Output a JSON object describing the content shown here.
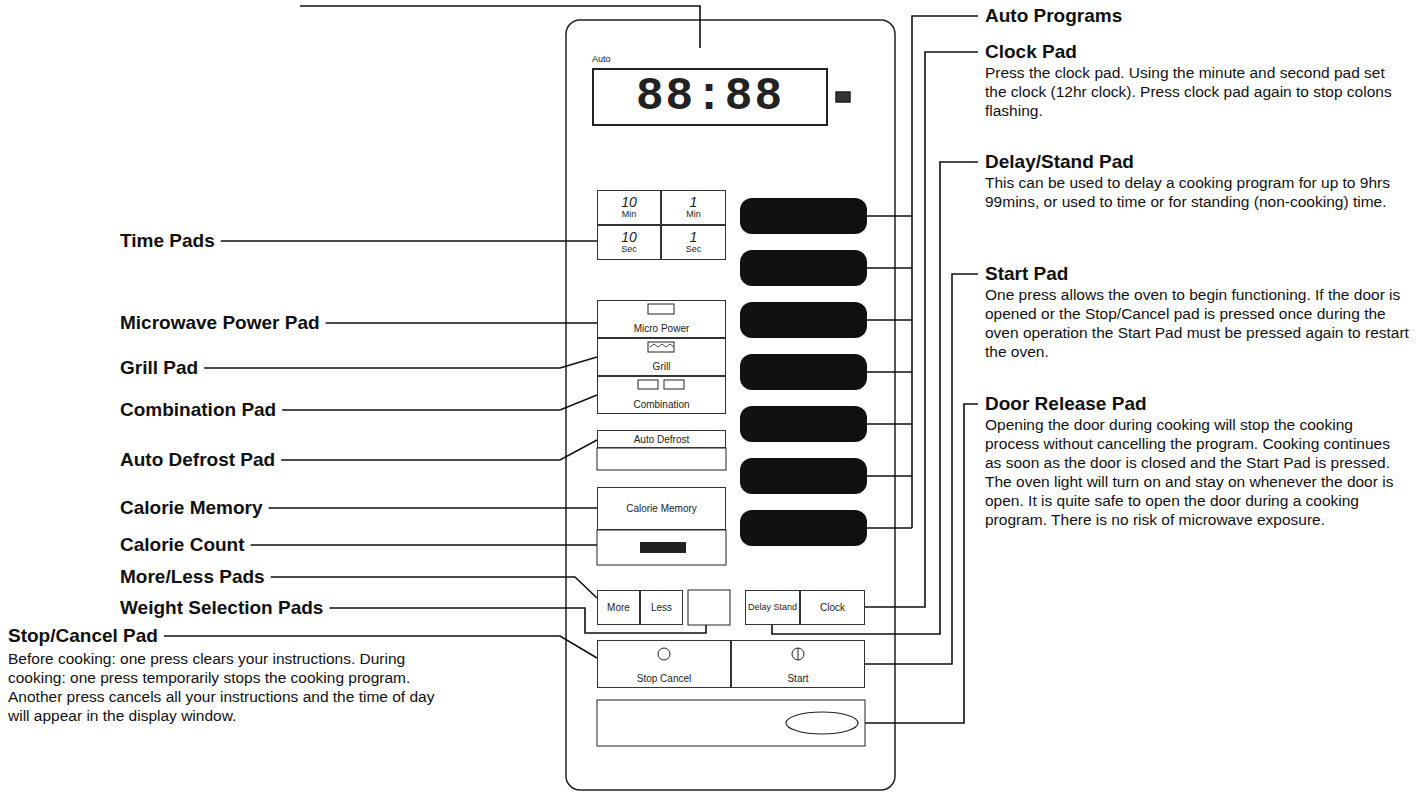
{
  "diagram": {
    "nodes": [
      {
        "text": [
          "88:88"
        ]
      },
      {
        "text": [
          "10",
          "Min"
        ]
      },
      {
        "text": [
          "1",
          "Min"
        ]
      },
      {
        "text": [
          "10",
          "Sec"
        ]
      },
      {
        "text": [
          "1",
          "Sec"
        ]
      },
      {
        "text": [
          "Micro Power"
        ]
      },
      {
        "text": [
          "Grill"
        ]
      },
      {
        "text": [
          "Combination"
        ]
      },
      {
        "text": [
          "Auto Defrost"
        ]
      },
      {
        "text": [
          "Calorie Memory"
        ]
      },
      {
        "text": [
          "More"
        ]
      },
      {
        "text": [
          "Less"
        ]
      },
      {
        "text": [
          "Delay Stand"
        ]
      },
      {
        "text": [
          "Clock"
        ]
      },
      {
        "text": [
          "Stop Cancel"
        ]
      },
      {
        "text": [
          "Start"
        ]
      }
    ],
    "labels": [
      "Auto",
      "Time Pads",
      "Microwave Power Pad",
      "Grill Pad",
      "Combination Pad",
      "Auto Defrost Pad",
      "Calorie Memory",
      "Calorie Count",
      "More/Less Pads",
      "Weight Selection Pads",
      "Stop/Cancel Pad",
      "Before cooking: one press clears your instructions. During cooking: one press temporarily stops the cooking program. Another press cancels all your instructions and the time of day will appear in the display window.",
      "Auto Programs",
      "Clock Pad",
      "Press the clock pad. Using the minute and second pad set the clock (12hr clock). Press clock pad again to stop colons flashing.",
      "Delay/Stand Pad",
      "This can be used to delay a cooking program for up to 9hrs 99mins, or used to time or for standing (non-cooking) time.",
      "Start Pad",
      "One press allows the oven to begin functioning. If the door is opened or the Stop/Cancel pad is pressed once during the oven operation the Start Pad must be pressed again to restart the oven.",
      "Door Release Pad",
      "Opening the door during cooking will stop the cooking process without cancelling the program. Cooking continues as soon as the door is closed and the Start Pad is pressed. The oven light will turn on and stay on whenever the door is open. It is quite safe to open the door during a cooking program. There is no risk of microwave exposure."
    ]
  }
}
